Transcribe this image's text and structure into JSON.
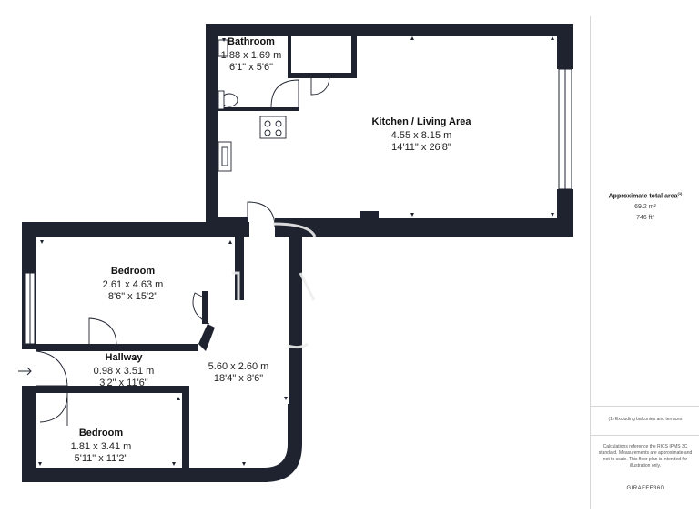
{
  "rooms": {
    "bathroom": {
      "name": "Bathroom",
      "metric": "1.88 x 1.69 m",
      "imperial": "6'1\" x 5'6\""
    },
    "kitchen": {
      "name": "Kitchen / Living Area",
      "metric": "4.55 x 8.15 m",
      "imperial": "14'11\" x 26'8\""
    },
    "bedroom1": {
      "name": "Bedroom",
      "metric": "2.61 x 4.63 m",
      "imperial": "8'6\" x 15'2\""
    },
    "hallway": {
      "name": "Hallway",
      "metric": "0.98 x 3.51 m",
      "imperial": "3'2\" x 11'6\""
    },
    "reception": {
      "metric": "5.60 x 2.60 m",
      "imperial": "18'4\" x 8'6\""
    },
    "bedroom2": {
      "name": "Bedroom",
      "metric": "1.81 x 3.41 m",
      "imperial": "5'11\" x 11'2\""
    }
  },
  "sidebar": {
    "area_title": "Approximate total area",
    "area_sup": "(1)",
    "area_metric": "69.2 m²",
    "area_imperial": "746 ft²",
    "footnote_balconies": "(1) Excluding balconies and terraces",
    "disclaimer": "Calculations reference the RICS IPMS 3C standard. Measurements are approximate and not to scale. This floor plan is intended for illustration only.",
    "brand": "GIRAFFE360"
  },
  "colors": {
    "wall": "#1f2330",
    "line": "#1f2330",
    "background": "#ffffff",
    "divider": "#d6d6d6"
  }
}
